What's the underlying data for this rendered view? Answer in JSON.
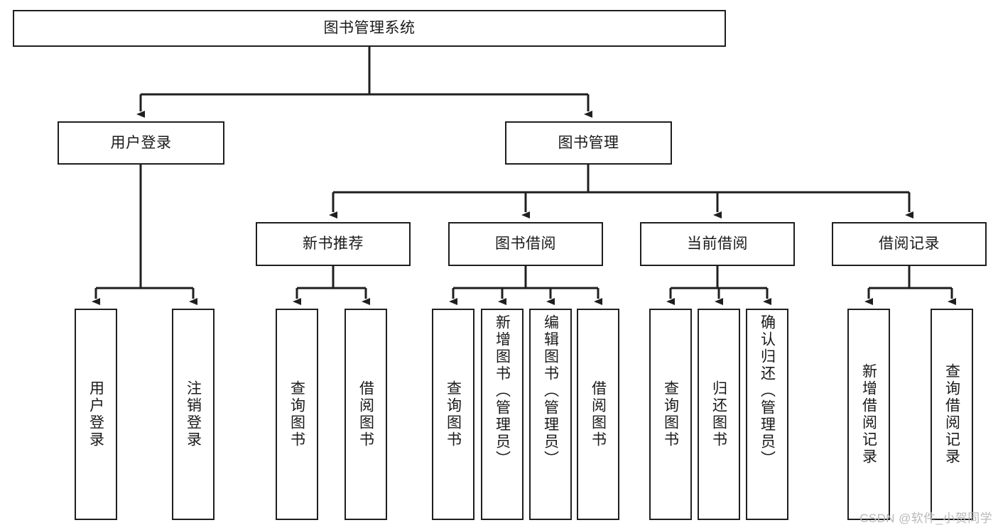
{
  "diagram": {
    "type": "tree-hierarchy-chart",
    "title": "图书管理系统",
    "watermark": "CSDN @软件_小贺同学",
    "colors": {
      "box_border": "#1f1f1f",
      "box_fill": "#ffffff",
      "connector": "#1f1f1f",
      "text": "#1a1a1a",
      "watermark": "#b9b9b9"
    },
    "levels": {
      "root": {
        "label": "图书管理系统"
      },
      "level2": [
        {
          "id": "user-login",
          "label": "用户登录"
        },
        {
          "id": "book-management",
          "label": "图书管理"
        }
      ],
      "level3": [
        {
          "id": "new-book-recommend",
          "label": "新书推荐",
          "parent": "book-management"
        },
        {
          "id": "book-borrow",
          "label": "图书借阅",
          "parent": "book-management"
        },
        {
          "id": "current-borrow",
          "label": "当前借阅",
          "parent": "book-management"
        },
        {
          "id": "borrow-record",
          "label": "借阅记录",
          "parent": "book-management"
        }
      ],
      "leaves": [
        {
          "id": "leaf-user-login",
          "label": "用户登录",
          "parent": "user-login"
        },
        {
          "id": "leaf-logout-login",
          "label": "注销登录",
          "parent": "user-login"
        },
        {
          "id": "leaf-query-book-1",
          "label": "查询图书",
          "parent": "new-book-recommend"
        },
        {
          "id": "leaf-borrow-book-1",
          "label": "借阅图书",
          "parent": "new-book-recommend"
        },
        {
          "id": "leaf-query-book-2",
          "label": "查询图书",
          "parent": "book-borrow"
        },
        {
          "id": "leaf-add-book",
          "label": "新增图书（管理员）",
          "parent": "book-borrow"
        },
        {
          "id": "leaf-edit-book",
          "label": "编辑图书（管理员）",
          "parent": "book-borrow"
        },
        {
          "id": "leaf-borrow-book-2",
          "label": "借阅图书",
          "parent": "book-borrow"
        },
        {
          "id": "leaf-query-book-3",
          "label": "查询图书",
          "parent": "current-borrow"
        },
        {
          "id": "leaf-return-book",
          "label": "归还图书",
          "parent": "current-borrow"
        },
        {
          "id": "leaf-confirm-return",
          "label": "确认归还（管理员）",
          "parent": "current-borrow"
        },
        {
          "id": "leaf-add-record",
          "label": "新增借阅记录",
          "parent": "borrow-record"
        },
        {
          "id": "leaf-query-record",
          "label": "查询借阅记录",
          "parent": "borrow-record"
        }
      ]
    }
  }
}
